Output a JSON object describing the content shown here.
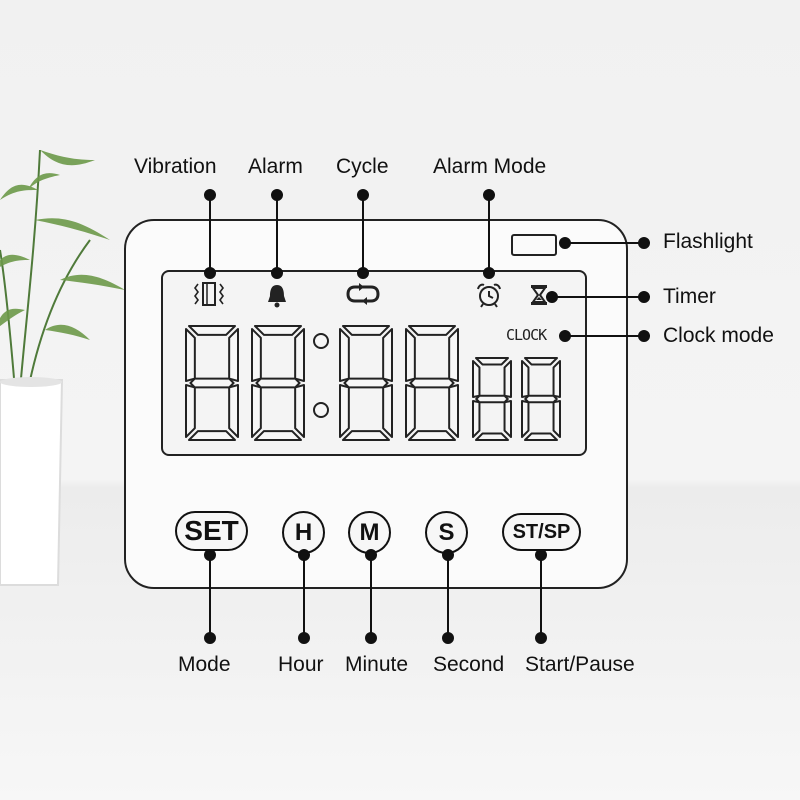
{
  "device": {
    "clock_mode_text": "CLOCK",
    "buttons": [
      {
        "label": "SET"
      },
      {
        "label": "H"
      },
      {
        "label": "M"
      },
      {
        "label": "S"
      },
      {
        "label": "ST/SP"
      }
    ]
  },
  "callouts": {
    "vibration": "Vibration",
    "alarm": "Alarm",
    "cycle": "Cycle",
    "alarm_mode": "Alarm Mode",
    "flashlight": "Flashlight",
    "timer": "Timer",
    "clock_mode": "Clock mode",
    "mode": "Mode",
    "hour": "Hour",
    "minute": "Minute",
    "second": "Second",
    "start_pause": "Start/Pause"
  }
}
